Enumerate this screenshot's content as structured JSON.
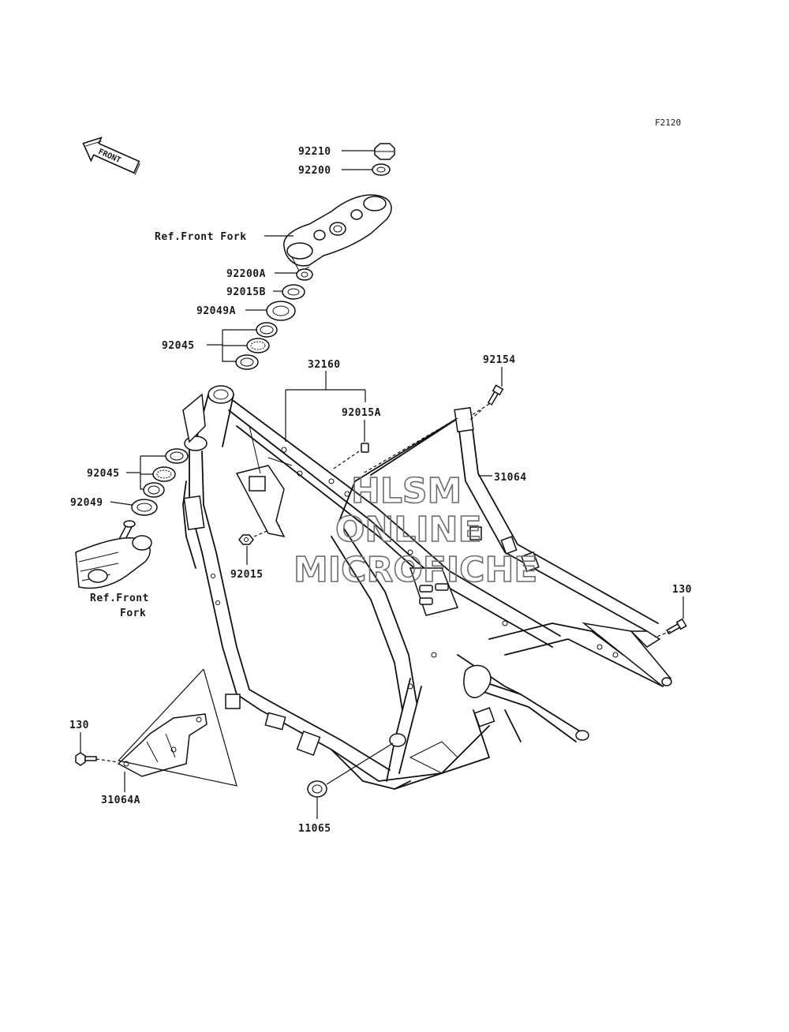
{
  "figure_code": "F2120",
  "front_arrow": {
    "text": "FRONT",
    "icon": "front-direction-arrow-icon"
  },
  "references": {
    "upper": "Ref.Front Fork",
    "lower_line1": "Ref.Front",
    "lower_line2": "Fork"
  },
  "parts": {
    "p92210": "92210",
    "p92200": "92200",
    "p92200A": "92200A",
    "p92015B": "92015B",
    "p92049A": "92049A",
    "p92045_upper": "92045",
    "p32160": "32160",
    "p92154": "92154",
    "p92015A": "92015A",
    "p31064": "31064",
    "p92045_lower": "92045",
    "p92049": "92049",
    "p92015": "92015",
    "p130_right": "130",
    "p130_left": "130",
    "p31064A": "31064A",
    "p11065": "11065"
  },
  "watermark": {
    "line1": "HLSM",
    "line2": "ONLINE",
    "line3": "MICROFICHE"
  },
  "colors": {
    "ink": "#111111",
    "watermark": "#6e6e6e",
    "background": "#ffffff"
  }
}
